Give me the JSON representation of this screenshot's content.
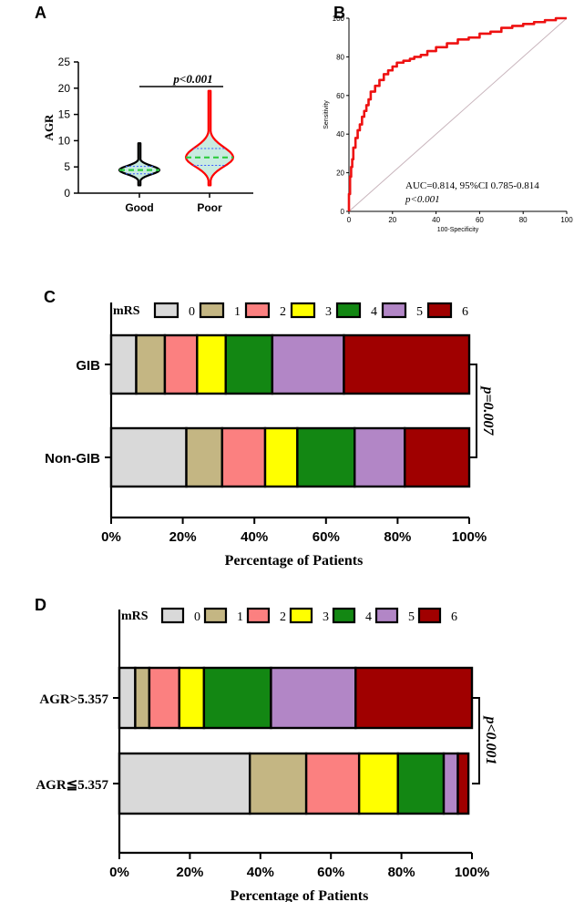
{
  "panel_labels": [
    "A",
    "B",
    "C",
    "D"
  ],
  "colors": {
    "good_violin": "#000000",
    "poor_violin": "#ff0000",
    "violin_fill": "#c8ebe0",
    "median_line": "#2ecc40",
    "quartile_line": "#3a5cff",
    "roc_line": "#ee1111",
    "reference_line": "#c8b4bc",
    "mrs": [
      "#d9d9d9",
      "#c4b683",
      "#fb8080",
      "#ffff00",
      "#138713",
      "#b286c6",
      "#a00000"
    ]
  },
  "chart_data": [
    {
      "type": "violin",
      "panel": "A",
      "categories": [
        "Good",
        "Poor"
      ],
      "ylabel": "AGR",
      "xlabel": "",
      "ylim": [
        0,
        25
      ],
      "yticks": [
        "0",
        "5",
        "10",
        "15",
        "20",
        "25"
      ],
      "annotation": "p<0.001",
      "series": [
        {
          "category": "Good",
          "min": 1.5,
          "q1": 3.7,
          "median": 4.4,
          "q3": 5.1,
          "max": 9.5
        },
        {
          "category": "Poor",
          "min": 1.5,
          "q1": 5.3,
          "median": 6.8,
          "q3": 8.5,
          "max": 19.5
        }
      ]
    },
    {
      "type": "line",
      "panel": "B",
      "xlabel": "100-Specificity",
      "ylabel": "Sensitivity",
      "xlim": [
        0,
        100
      ],
      "ylim": [
        0,
        100
      ],
      "xticks": [
        "0",
        "20",
        "40",
        "60",
        "80",
        "100"
      ],
      "yticks": [
        "0",
        "20",
        "40",
        "60",
        "80",
        "100"
      ],
      "annotation": [
        "AUC=0.814, 95%CI 0.785-0.814",
        "p<0.001"
      ],
      "series": [
        {
          "x": [
            0,
            0.5,
            1,
            1.5,
            2,
            3,
            4,
            5,
            6,
            7,
            8,
            9,
            10,
            12,
            14,
            16,
            18,
            20,
            22,
            25,
            28,
            30,
            33,
            36,
            40,
            45,
            50,
            55,
            60,
            65,
            70,
            75,
            80,
            85,
            90,
            95,
            100
          ],
          "y": [
            0,
            9,
            18,
            23,
            27,
            33,
            38,
            42,
            45,
            49,
            52,
            55,
            58,
            62,
            65,
            68,
            71,
            73,
            75,
            77,
            78,
            79,
            80,
            81,
            83,
            85,
            87,
            89,
            90,
            92,
            93,
            95,
            96,
            97,
            98,
            99,
            100
          ]
        }
      ],
      "reference": {
        "x": [
          0,
          100
        ],
        "y": [
          0,
          100
        ]
      }
    },
    {
      "type": "bar",
      "panel": "C",
      "stacked": true,
      "orientation": "horizontal",
      "legend_title": "mRS",
      "legend_labels": [
        "0",
        "1",
        "2",
        "3",
        "4",
        "5",
        "6"
      ],
      "categories": [
        "GIB",
        "Non-GIB"
      ],
      "xlabel": "Percentage of Patients",
      "xlim": [
        0,
        100
      ],
      "xticks": [
        "0%",
        "20%",
        "40%",
        "60%",
        "80%",
        "100%"
      ],
      "annotation": "p=0.007",
      "series": [
        {
          "name": "0",
          "values": [
            7,
            21
          ]
        },
        {
          "name": "1",
          "values": [
            8,
            10
          ]
        },
        {
          "name": "2",
          "values": [
            9,
            12
          ]
        },
        {
          "name": "3",
          "values": [
            8,
            9
          ]
        },
        {
          "name": "4",
          "values": [
            13,
            16
          ]
        },
        {
          "name": "5",
          "values": [
            20,
            14
          ]
        },
        {
          "name": "6",
          "values": [
            35,
            18
          ]
        }
      ]
    },
    {
      "type": "bar",
      "panel": "D",
      "stacked": true,
      "orientation": "horizontal",
      "legend_title": "mRS",
      "legend_labels": [
        "0",
        "1",
        "2",
        "3",
        "4",
        "5",
        "6"
      ],
      "categories": [
        "AGR>5.357",
        "AGR≦5.357"
      ],
      "xlabel": "Percentage of Patients",
      "xlim": [
        0,
        100
      ],
      "xticks": [
        "0%",
        "20%",
        "40%",
        "60%",
        "80%",
        "100%"
      ],
      "annotation": "p<0.001",
      "series": [
        {
          "name": "0",
          "values": [
            4.5,
            37
          ]
        },
        {
          "name": "1",
          "values": [
            4,
            16
          ]
        },
        {
          "name": "2",
          "values": [
            8.5,
            15
          ]
        },
        {
          "name": "3",
          "values": [
            7,
            11
          ]
        },
        {
          "name": "4",
          "values": [
            19,
            13
          ]
        },
        {
          "name": "5",
          "values": [
            24,
            4
          ]
        },
        {
          "name": "6",
          "values": [
            33,
            3
          ]
        }
      ]
    }
  ]
}
